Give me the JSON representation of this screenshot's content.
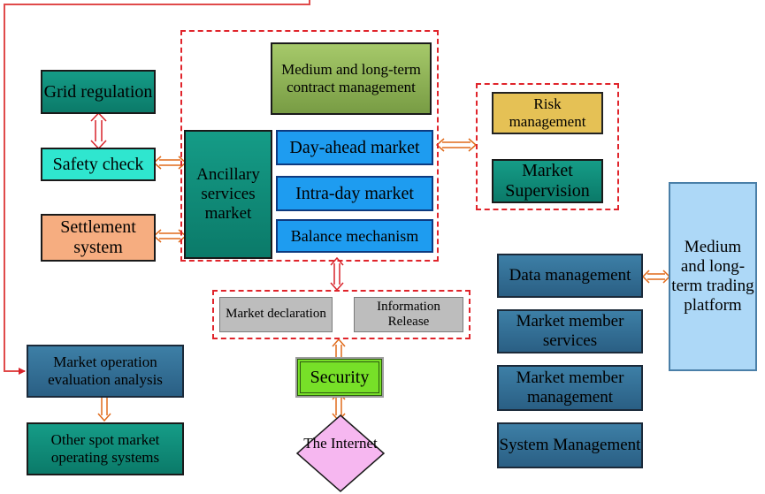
{
  "nodes": {
    "grid_regulation": "Grid regulation",
    "safety_check": "Safety check",
    "settlement_system": "Settlement system",
    "ancillary_services": "Ancillary services market",
    "medium_long_contract": "Medium and long-term contract management",
    "day_ahead": "Day-ahead market",
    "intra_day": "Intra-day market",
    "balance_mechanism": "Balance mechanism",
    "risk_management": "Risk management",
    "market_supervision": "Market Supervision",
    "market_declaration": "Market declaration",
    "information_release": "Information Release",
    "security": "Security",
    "the_internet": "The Internet",
    "market_operation_eval": "Market operation evaluation analysis",
    "other_spot_market": "Other spot market operating systems",
    "data_management": "Data management",
    "member_services": "Market member services",
    "member_management": "Market member management",
    "system_management": "System Management",
    "trading_platform": "Medium and long-term trading platform"
  },
  "colors": {
    "teal": "#0f8a77",
    "cyan": "#2fe6cf",
    "salmon": "#f6ad80",
    "olive": "#8fb257",
    "blue": "#1e9cf0",
    "gold": "#e5c155",
    "steel": "#336f95",
    "gray": "#bdbdbd",
    "light_blue": "#add8f7",
    "security_green": "#77e028",
    "internet_pink": "#f6b7f0",
    "dashed_border": "#e0242b",
    "arrow_orange": "#e06a1a",
    "arrow_red": "#d8232a"
  }
}
